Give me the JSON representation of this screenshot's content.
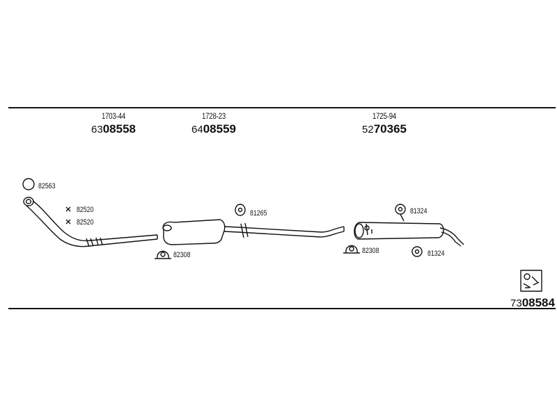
{
  "parts": [
    {
      "ref": "1703-44",
      "prefix": "63",
      "number": "08558"
    },
    {
      "ref": "1728-23",
      "prefix": "64",
      "number": "08559"
    },
    {
      "ref": "1725-94",
      "prefix": "52",
      "number": "70365"
    }
  ],
  "labels": {
    "ring_82563": "82563",
    "washer_82520_a": "82520",
    "washer_82520_b": "82520",
    "clamp_82308_a": "82308",
    "hanger_81265": "81265",
    "clamp_82308_b": "82308",
    "hanger_81324_a": "81324",
    "hanger_81324_b": "81324"
  },
  "kit": {
    "prefix": "73",
    "number": "08584",
    "icon": "mounting-kit-icon"
  }
}
